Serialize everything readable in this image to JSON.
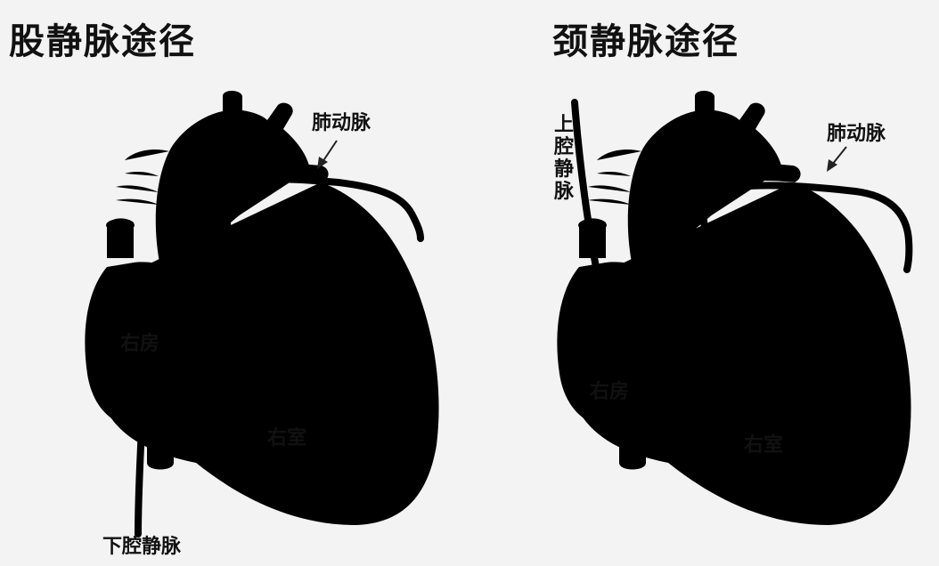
{
  "panels": [
    {
      "title": "股静脉途径",
      "labels": {
        "pulmonary_artery": "肺动脉",
        "right_atrium": "右房",
        "right_ventricle": "右室",
        "vein": "下腔静脉"
      }
    },
    {
      "title": "颈静脉途径",
      "labels": {
        "pulmonary_artery": "肺动脉",
        "right_atrium": "右房",
        "right_ventricle": "右室",
        "vein": "上腔静脉"
      }
    }
  ]
}
